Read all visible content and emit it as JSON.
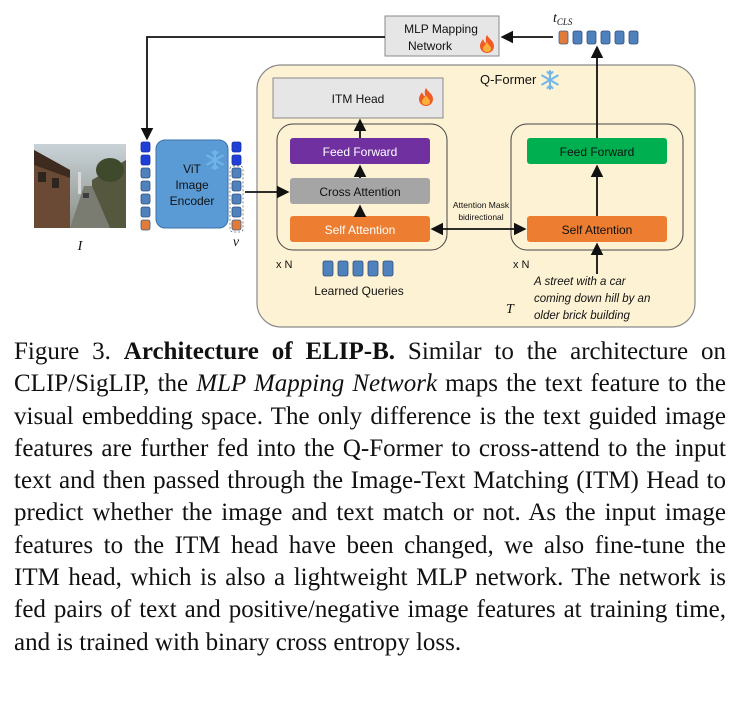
{
  "diagram": {
    "mlp_mapping": {
      "label_line1": "MLP Mapping",
      "label_line2": "Network",
      "icon": "fire-icon"
    },
    "t_cls_label": "t",
    "t_cls_sub": "CLS",
    "qformer": {
      "label": "Q-Former",
      "icon": "snowflake-icon"
    },
    "itm_head": {
      "label": "ITM Head",
      "icon": "fire-icon"
    },
    "left_stack": {
      "feed_forward": "Feed Forward",
      "cross_attention": "Cross Attention",
      "self_attention": "Self Attention",
      "repeat": "x N"
    },
    "right_stack": {
      "feed_forward": "Feed Forward",
      "self_attention": "Self Attention",
      "repeat": "x N"
    },
    "attention_mask": {
      "line1": "Attention Mask",
      "line2": "bidirectional"
    },
    "vit": {
      "line1": "ViT",
      "line2": "Image",
      "line3": "Encoder",
      "icon": "snowflake-icon"
    },
    "image_label": "I",
    "v_label": "v",
    "learned_queries": "Learned Queries",
    "text_input": {
      "line1": "A street with a car",
      "line2": "coming down hill by an",
      "line3": "older brick building"
    },
    "t_label": "T",
    "colors": {
      "qformer_bg": "#fdf2d3",
      "qformer_border": "#8a8a8a",
      "token_blue": "#4f81bd",
      "token_dark_blue": "#1f3fd8",
      "token_orange": "#e07b39",
      "self_attention": "#ec7d31",
      "cross_attention": "#a5a5a5",
      "feed_forward_left": "#7030a0",
      "feed_forward_right": "#00b050",
      "vit": "#5b9bd5",
      "itm_head": "#e7e6e6"
    }
  },
  "caption": {
    "prefix": "Figure 3. ",
    "bold": "Architecture of ELIP-B.",
    "part1": " Similar to the architecture on CLIP/SigLIP, the ",
    "italic": "MLP Mapping Network",
    "part2": " maps the text feature to the visual embedding space. The only difference is the text guided image features are further fed into the Q-Former to cross-attend to the input text and then passed through the Image-Text Matching (ITM) Head to predict whether the image and text match or not. As the input image features to the ITM head have been changed, we also fine-tune the ITM head, which is also a lightweight MLP network.  The network is fed pairs of text and positive/negative image features at training time, and is trained with binary cross entropy loss."
  }
}
